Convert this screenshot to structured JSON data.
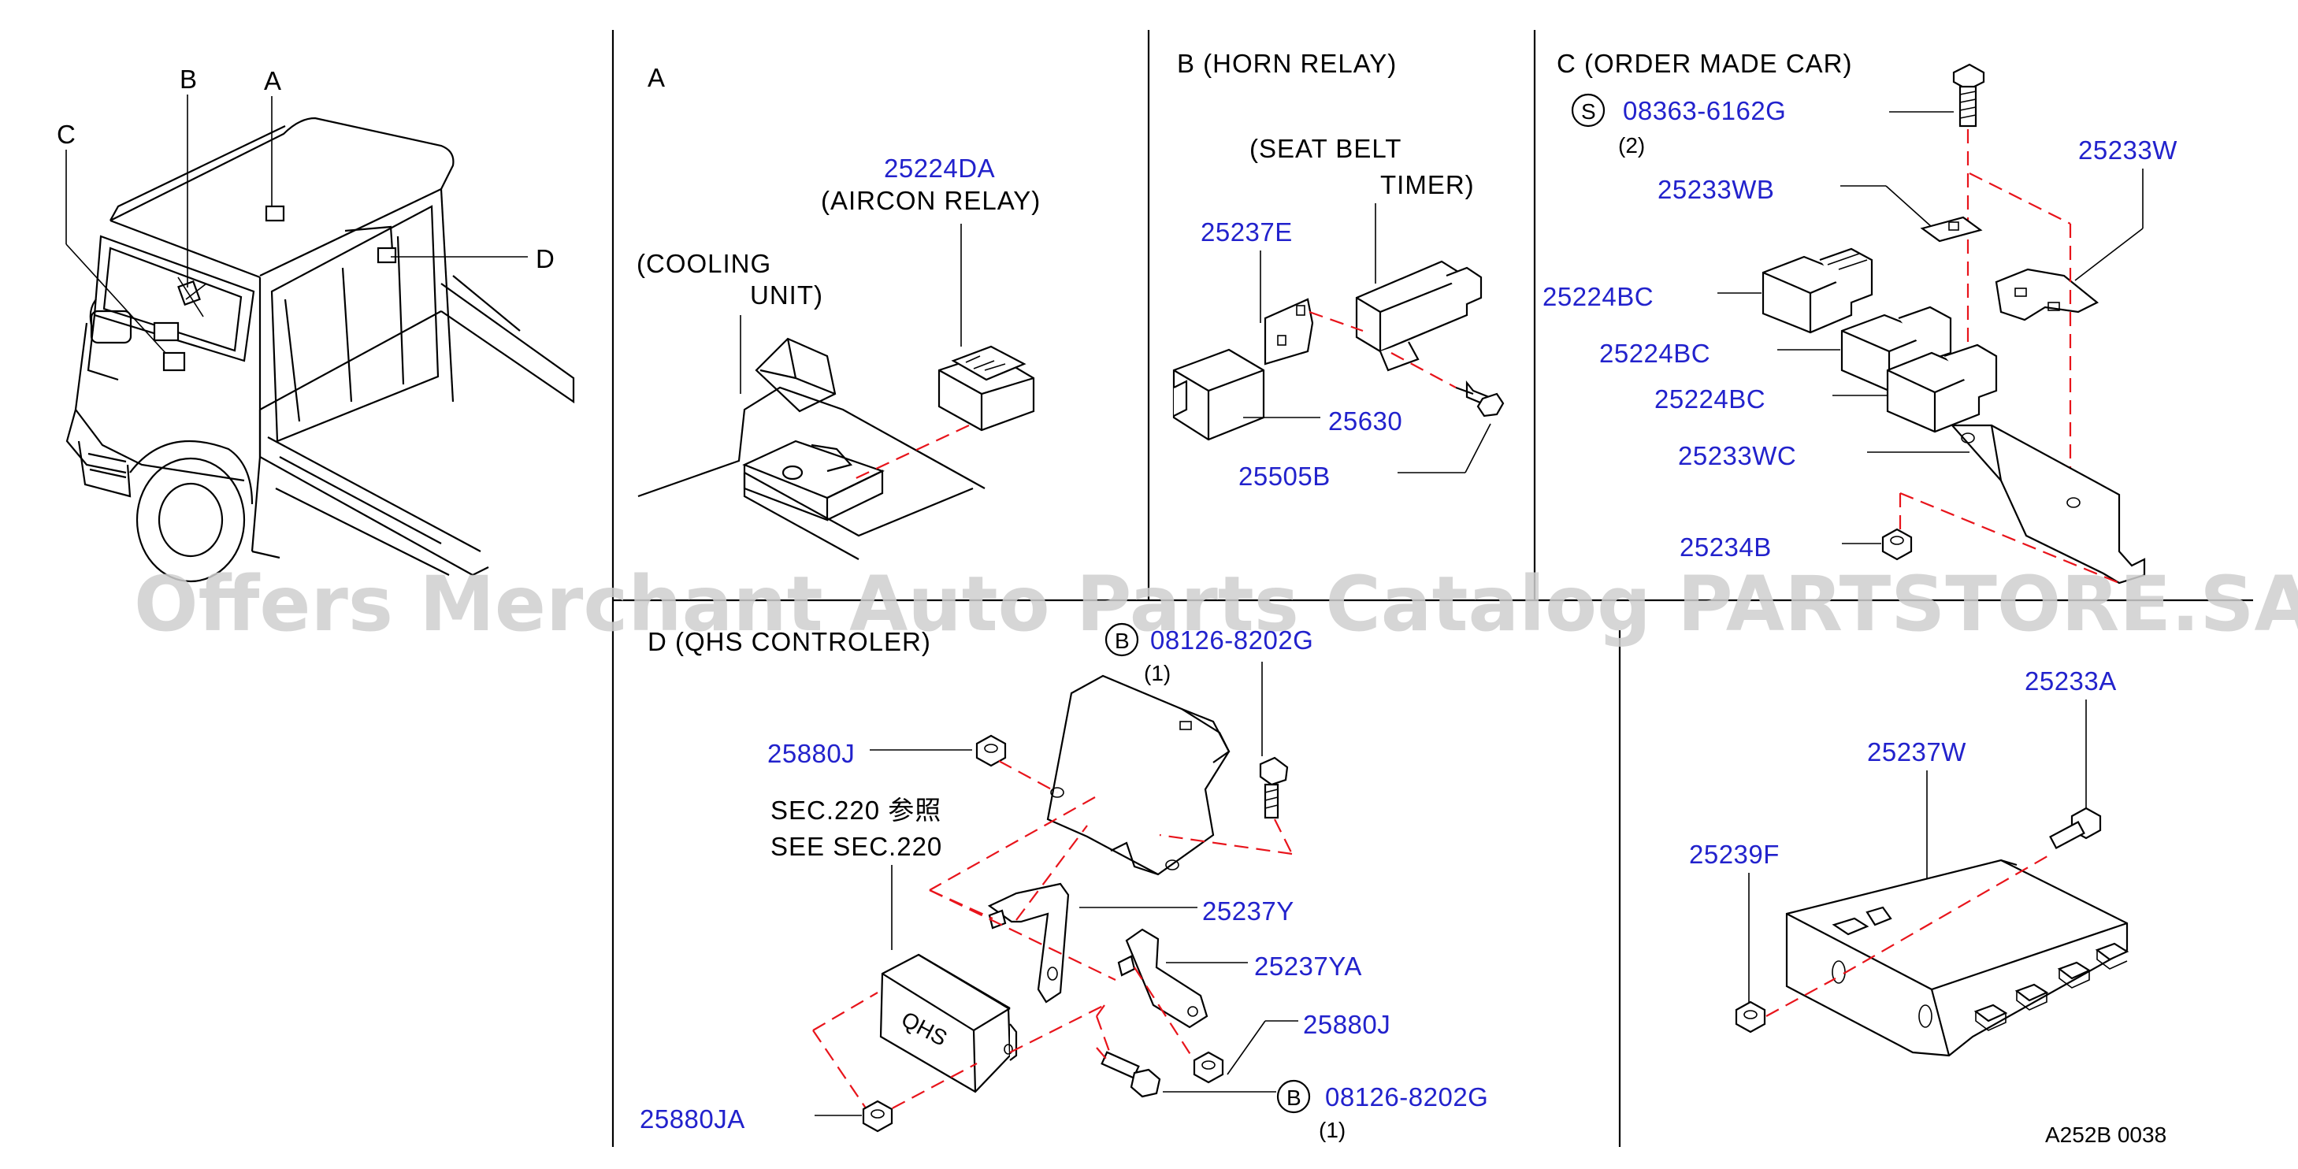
{
  "colors": {
    "part_number": "#2222cc",
    "leader": "#000000",
    "phantom_line": "#e8141b",
    "watermark": "#cfcfcf"
  },
  "overview": {
    "A": "A",
    "B": "B",
    "C": "C",
    "D": "D"
  },
  "panels": {
    "A": {
      "title": "A",
      "cooling_1": "(COOLING",
      "cooling_2": "UNIT)",
      "relay_pn": "25224DA",
      "relay_desc": "(AIRCON   RELAY)"
    },
    "B": {
      "title": "B  (HORN   RELAY)",
      "timer_1": "(SEAT   BELT",
      "timer_2": "TIMER)",
      "p1": "25237E",
      "p2": "25630",
      "p3": "25505B"
    },
    "C": {
      "title": "C (ORDER   MADE   CAR)",
      "s_symbol": "S",
      "s_pn": "08363-6162G",
      "s_qty": "(2)",
      "p1": "25233WB",
      "p2": "25233W",
      "p3": "25224BC",
      "p4": "25224BC",
      "p5": "25224BC",
      "p6": "25233WC",
      "p7": "25234B"
    },
    "D": {
      "title": "D (QHS    CONTROLER)",
      "b_symbol": "B",
      "b_top_pn": "08126-8202G",
      "b_top_qty": "(1)",
      "p1": "25880J",
      "sec_jp": "SEC.220      参照",
      "sec_en": "SEE   SEC.220",
      "p2": "25237Y",
      "p3": "25237YA",
      "p4": "25880J",
      "b_bottom_pn": "08126-8202G",
      "b_bottom_qty": "(1)",
      "p5": "25880JA",
      "qhs_label": "QHS"
    },
    "E": {
      "p1": "25233A",
      "p2": "25237W",
      "p3": "25239F"
    }
  },
  "footer": {
    "code": "A252B   0038"
  },
  "watermark": "Offers Merchant Auto Parts Catalog PARTSTORE.SA"
}
